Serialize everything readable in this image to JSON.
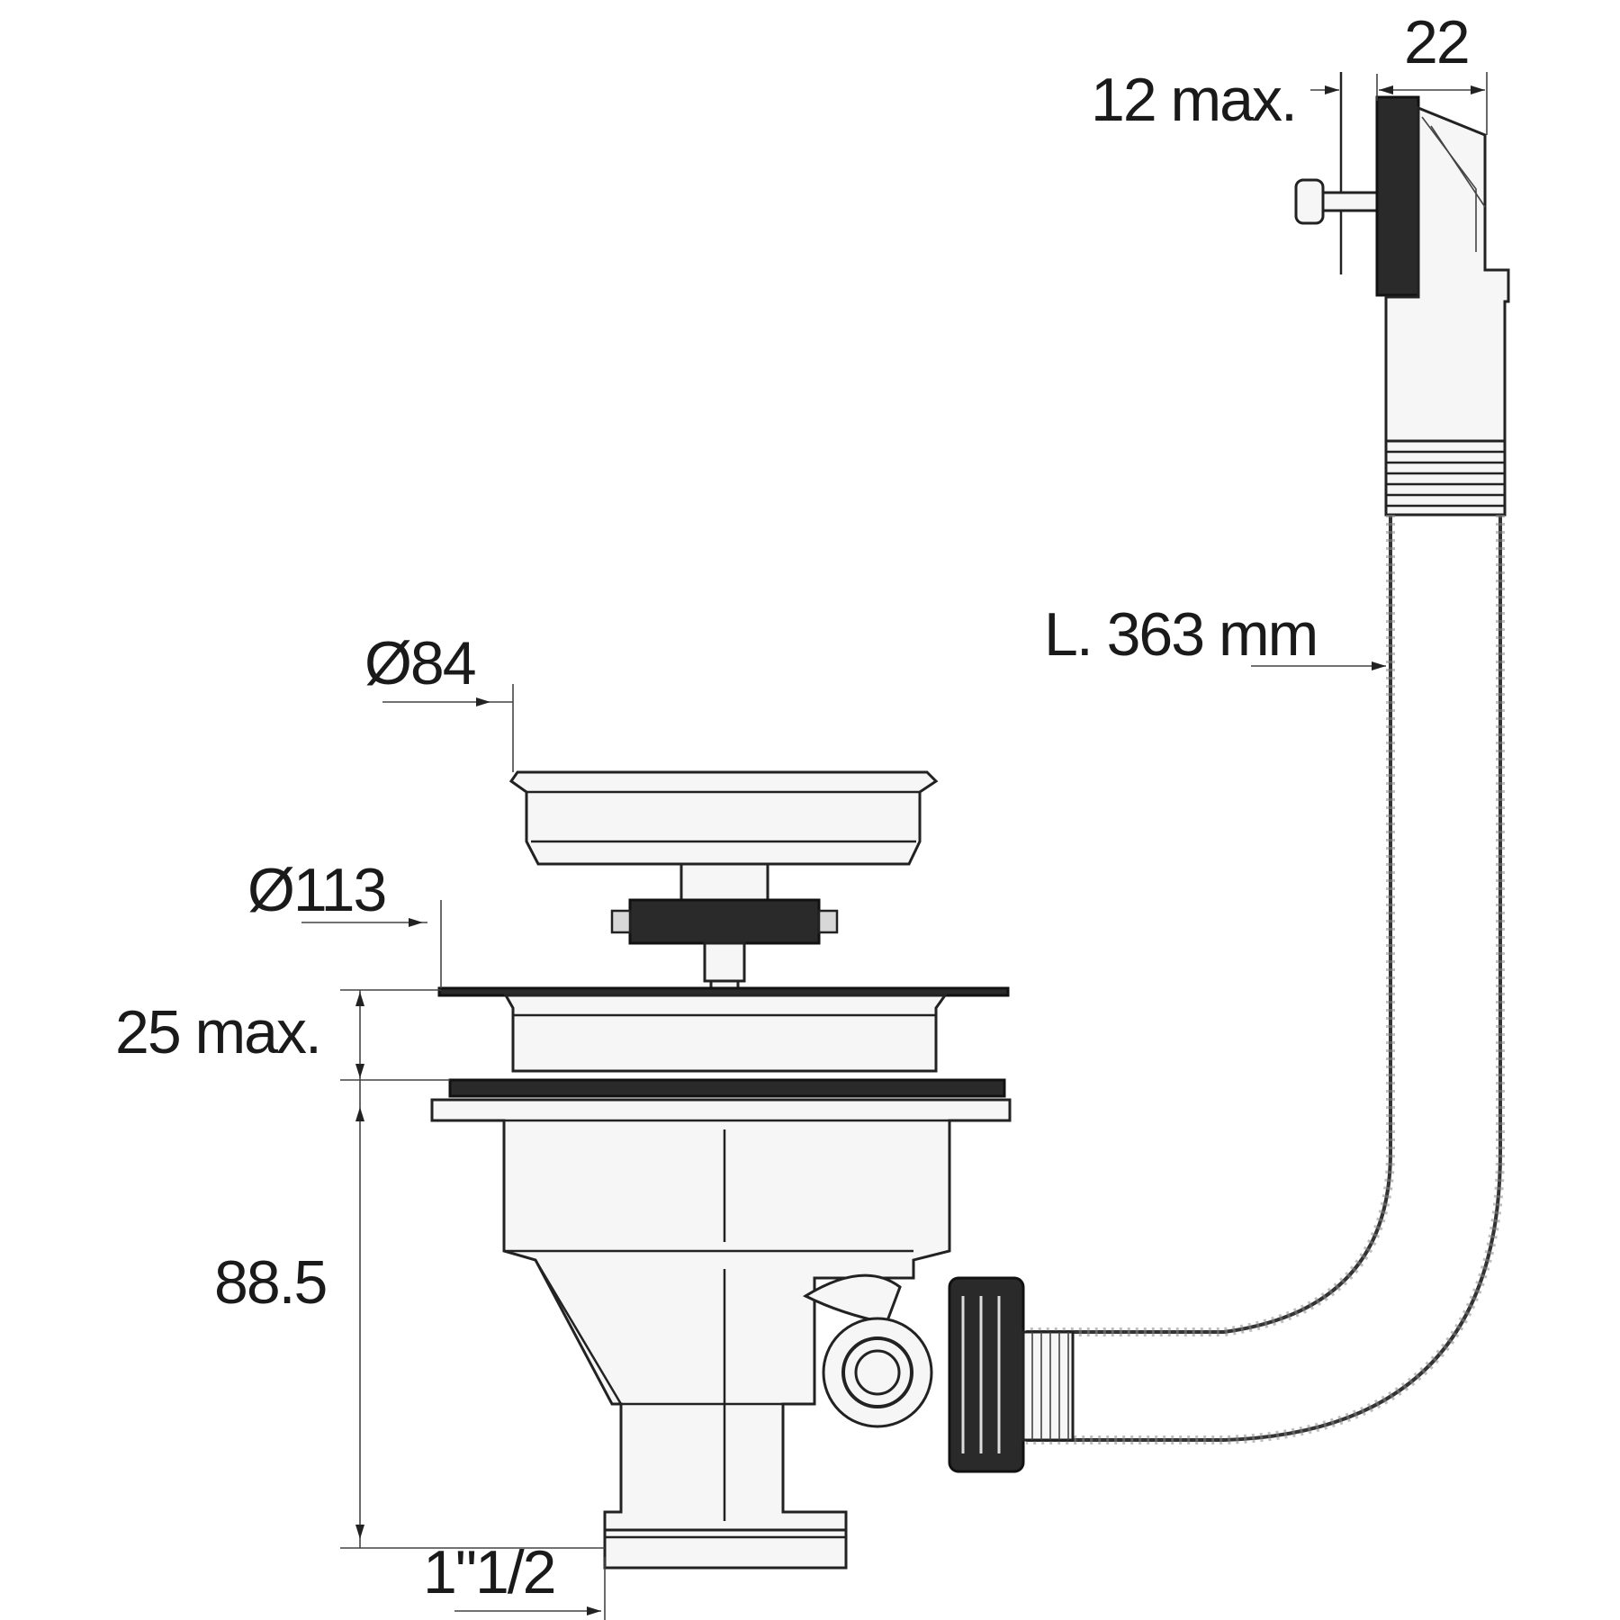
{
  "diagram": {
    "labels": {
      "overflow_width": "22",
      "overflow_panel_max": "12 max.",
      "hose_length": "L. 363 mm",
      "basket_diameter": "Ø84",
      "flange_diameter": "Ø113",
      "sink_thickness_max": "25 max.",
      "body_height": "88.5",
      "outlet_size": "1\"1/2"
    }
  }
}
